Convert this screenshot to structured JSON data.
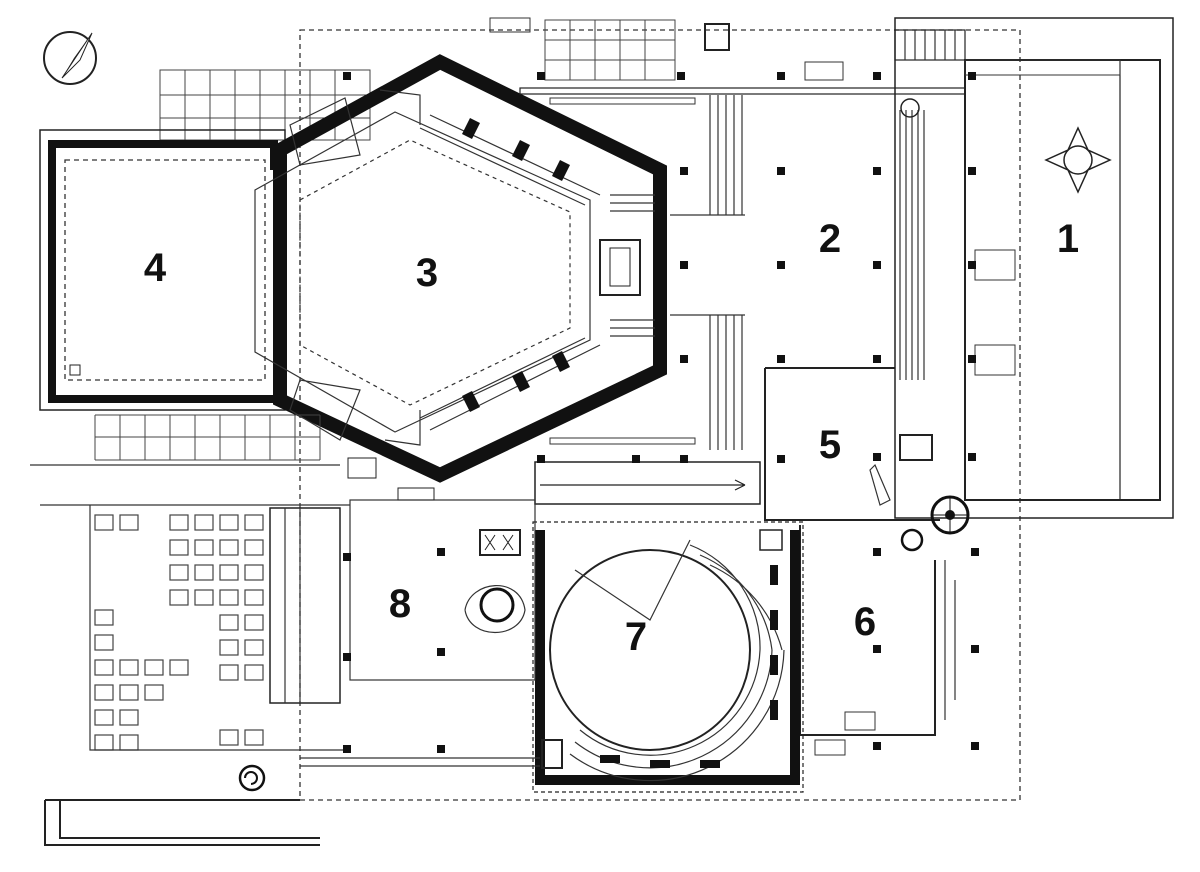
{
  "rooms": [
    {
      "id": "room-1",
      "label": "1"
    },
    {
      "id": "room-2",
      "label": "2"
    },
    {
      "id": "room-3",
      "label": "3"
    },
    {
      "id": "room-4",
      "label": "4"
    },
    {
      "id": "room-5",
      "label": "5"
    },
    {
      "id": "room-6",
      "label": "6"
    },
    {
      "id": "room-7",
      "label": "7"
    },
    {
      "id": "room-8",
      "label": "8"
    }
  ],
  "icons": {
    "north_arrow": "north-arrow-icon",
    "stair": "spiral-stair-icon"
  }
}
